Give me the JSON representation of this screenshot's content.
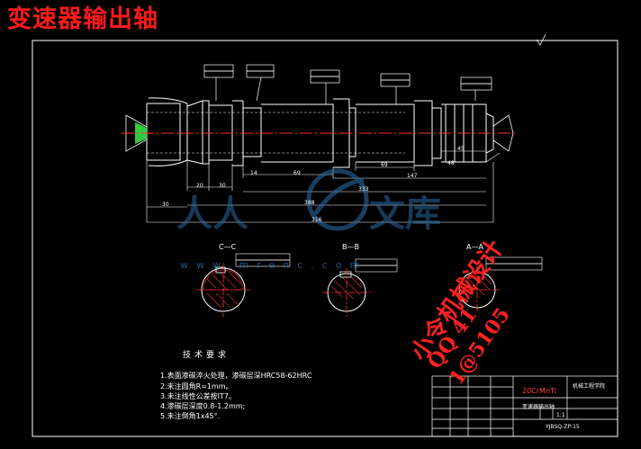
{
  "title": "变速器输出轴",
  "watermark": {
    "line1": "小令机械设计",
    "line2": "QQ 41",
    "line3": "1@5105",
    "site": "www.mrenc.com",
    "logo_left": "人人",
    "logo_right": "文库"
  },
  "tech_req": {
    "heading": "技术要求",
    "items": [
      "1.表面渗碳淬火处理，渗碳层深HRC58-62HRC",
      "2.未注圆角R=1mm。",
      "3.未注线性公差按IT7。",
      "4.渗碳层深度0.8-1.2mm;",
      "5.未注倒角1x45°."
    ]
  },
  "sections": {
    "cc": "C—C",
    "bb": "B—B",
    "aa": "A—A"
  },
  "dims": {
    "d30": "30",
    "d20": "20",
    "d30b": "30",
    "d14": "14",
    "d69": "69",
    "d69b": "69",
    "d333": "333",
    "d147": "147",
    "d45": "45",
    "d388": "388",
    "d316": "316",
    "d48": "48"
  },
  "title_block": {
    "material": "20CrMnTi",
    "drawing_no": "YJBSQ-ZP-15",
    "part_name": "变速器输出轴",
    "scale": "1:1",
    "school": "机械工程学院"
  },
  "colors": {
    "line": "#ffffff",
    "center": "#ff3030",
    "hatch": "#ff3030",
    "green": "#2ecc40",
    "frame": "#ffffff",
    "watermark": "#ff2020"
  }
}
